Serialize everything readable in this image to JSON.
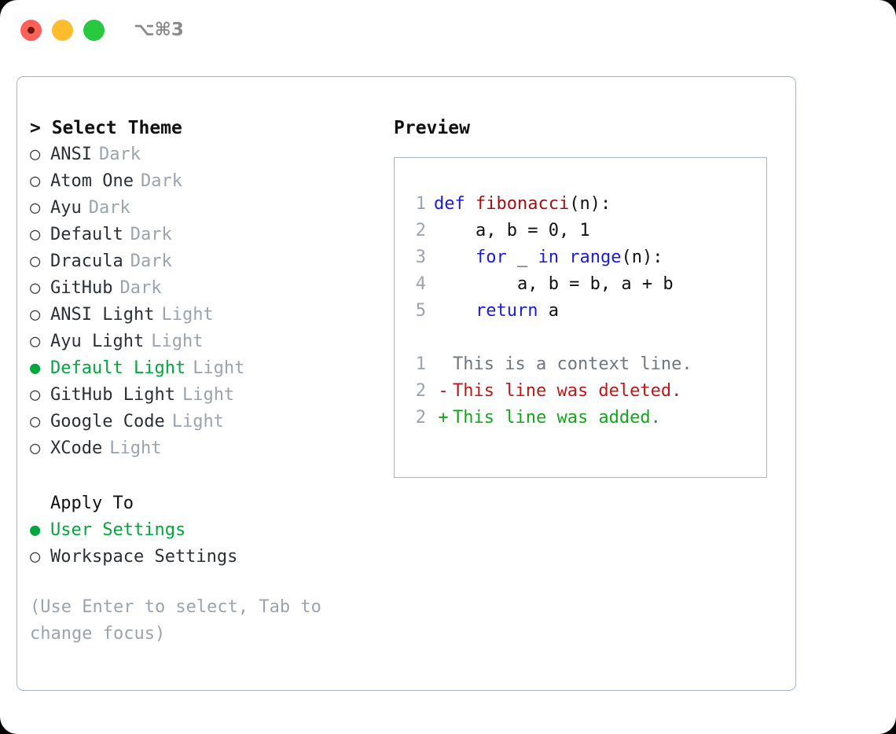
{
  "titlebar": {
    "shortcut": "⌥⌘3",
    "buttons": [
      {
        "name": "close",
        "color": "#ff6159"
      },
      {
        "name": "minimize",
        "color": "#ffbd2e"
      },
      {
        "name": "maximize",
        "color": "#28c840"
      }
    ]
  },
  "accent_color": "#00a63e",
  "theme_picker": {
    "heading": "> Select Theme",
    "selected_marker": "●",
    "unselected_marker": "○",
    "items": [
      {
        "label": "ANSI",
        "tag": "Dark",
        "selected": false
      },
      {
        "label": "Atom One",
        "tag": "Dark",
        "selected": false
      },
      {
        "label": "Ayu",
        "tag": "Dark",
        "selected": false
      },
      {
        "label": "Default",
        "tag": "Dark",
        "selected": false
      },
      {
        "label": "Dracula",
        "tag": "Dark",
        "selected": false
      },
      {
        "label": "GitHub",
        "tag": "Dark",
        "selected": false
      },
      {
        "label": "ANSI Light",
        "tag": "Light",
        "selected": false
      },
      {
        "label": "Ayu Light",
        "tag": "Light",
        "selected": false
      },
      {
        "label": "Default Light",
        "tag": "Light",
        "selected": true
      },
      {
        "label": "GitHub Light",
        "tag": "Light",
        "selected": false
      },
      {
        "label": "Google Code",
        "tag": "Light",
        "selected": false
      },
      {
        "label": "XCode",
        "tag": "Light",
        "selected": false
      }
    ]
  },
  "apply_to": {
    "heading": "Apply To",
    "items": [
      {
        "label": "User Settings",
        "selected": true
      },
      {
        "label": "Workspace Settings",
        "selected": false
      }
    ]
  },
  "hint": "(Use Enter to select, Tab to change focus)",
  "preview": {
    "heading": "Preview",
    "code_lines": [
      {
        "no": "1",
        "tokens": [
          {
            "t": "def ",
            "c": "kw"
          },
          {
            "t": "fibonacci",
            "c": "fn"
          },
          {
            "t": "(n):",
            "c": "plain"
          }
        ]
      },
      {
        "no": "2",
        "tokens": [
          {
            "t": "    a, b = 0, 1",
            "c": "plain"
          }
        ]
      },
      {
        "no": "3",
        "tokens": [
          {
            "t": "    ",
            "c": "plain"
          },
          {
            "t": "for",
            "c": "kw"
          },
          {
            "t": " _ ",
            "c": "plain"
          },
          {
            "t": "in",
            "c": "kw"
          },
          {
            "t": " ",
            "c": "plain"
          },
          {
            "t": "range",
            "c": "builtin"
          },
          {
            "t": "(n):",
            "c": "plain"
          }
        ]
      },
      {
        "no": "4",
        "tokens": [
          {
            "t": "        a, b = b, a + b",
            "c": "plain"
          }
        ]
      },
      {
        "no": "5",
        "tokens": [
          {
            "t": "    ",
            "c": "plain"
          },
          {
            "t": "return",
            "c": "kw"
          },
          {
            "t": " a",
            "c": "plain"
          }
        ]
      }
    ],
    "diff_lines": [
      {
        "no": "1",
        "marker": " ",
        "text": "This is a context line.",
        "kind": "ctx"
      },
      {
        "no": "2",
        "marker": "-",
        "text": "This line was deleted.",
        "kind": "del"
      },
      {
        "no": "2",
        "marker": "+",
        "text": "This line was added.",
        "kind": "add"
      }
    ]
  }
}
